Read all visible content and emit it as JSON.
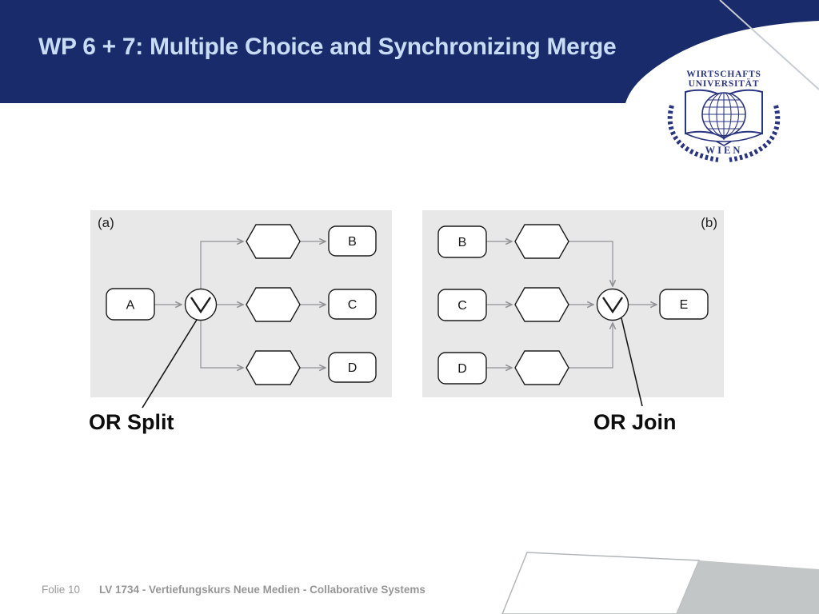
{
  "header": {
    "title": "WP 6 + 7: Multiple Choice and Synchronizing Merge"
  },
  "logo": {
    "name_line1": "WIRTSCHAFTS",
    "name_line2": "UNIVERSITÄT",
    "city": "WIEN"
  },
  "diagram": {
    "operator_symbol": "∨",
    "panel_a": {
      "label": "(a)",
      "source_node": "A",
      "target_nodes": [
        "B",
        "C",
        "D"
      ],
      "annotation": "OR Split"
    },
    "panel_b": {
      "label": "(b)",
      "source_nodes": [
        "B",
        "C",
        "D"
      ],
      "target_node": "E",
      "annotation": "OR Join"
    }
  },
  "footer": {
    "slide_number": "Folie 10",
    "course": "LV 1734 - Vertiefungskurs Neue Medien - Collaborative Systems"
  },
  "colors": {
    "header_navy": "#1A2B6C",
    "title_blue": "#C8DDF3",
    "panel_gray": "#E8E8E9",
    "corner_gray": "#C2C6C6",
    "connector_gray": "#8F9193",
    "logo_navy": "#2A3580",
    "footer_gray": "#9A9A9A"
  }
}
